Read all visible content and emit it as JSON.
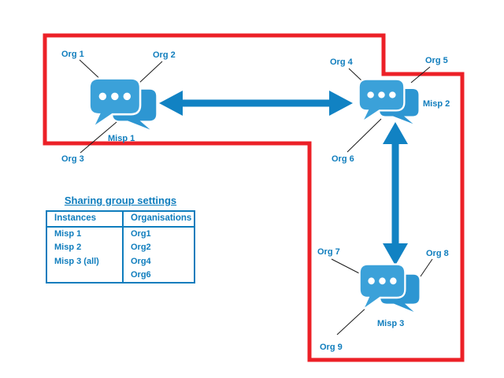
{
  "diagram": {
    "labels": {
      "org1": "Org 1",
      "org2": "Org 2",
      "org3": "Org 3",
      "org4": "Org 4",
      "org5": "Org 5",
      "org6": "Org 6",
      "org7": "Org 7",
      "org8": "Org 8",
      "org9": "Org 9",
      "misp1": "Misp 1",
      "misp2": "Misp 2",
      "misp3": "Misp 3"
    },
    "nodes": [
      {
        "id": "misp1",
        "label": "Misp 1",
        "icon": "chat-bubbles-icon",
        "orgs": [
          "Org 1",
          "Org 2",
          "Org 3"
        ]
      },
      {
        "id": "misp2",
        "label": "Misp 2",
        "icon": "chat-bubbles-icon",
        "orgs": [
          "Org 4",
          "Org 5",
          "Org 6"
        ]
      },
      {
        "id": "misp3",
        "label": "Misp 3",
        "icon": "chat-bubbles-icon",
        "orgs": [
          "Org 7",
          "Org 8",
          "Org 9"
        ]
      }
    ],
    "connections": [
      {
        "from": "Misp 1",
        "to": "Misp 2",
        "bidirectional": true
      },
      {
        "from": "Misp 2",
        "to": "Misp 3",
        "bidirectional": true
      }
    ],
    "boundary": "red outline enclosing Misp 1, Misp 2 and Misp 3 with their orgs"
  },
  "table": {
    "title": "Sharing group settings",
    "columns": [
      "Instances",
      "Organisations"
    ],
    "instances": [
      "Misp 1",
      "Misp 2",
      "Misp 3 (all)"
    ],
    "organisations": [
      "Org1",
      "Org2",
      "Org4",
      "Org6"
    ],
    "rows": [
      [
        "Misp 1",
        "Org1"
      ],
      [
        "Misp 2",
        "Org2"
      ],
      [
        "Misp 3 (all)",
        "Org4"
      ],
      [
        "",
        "Org6"
      ]
    ]
  },
  "colors": {
    "boundary_red": "#ec2027",
    "icon_blue": "#3ba1d9",
    "icon_blue_back": "#2d96d2",
    "arrow_blue": "#1182c3",
    "text_blue": "#0f7dbd",
    "connector_black": "#1a1a1a"
  }
}
